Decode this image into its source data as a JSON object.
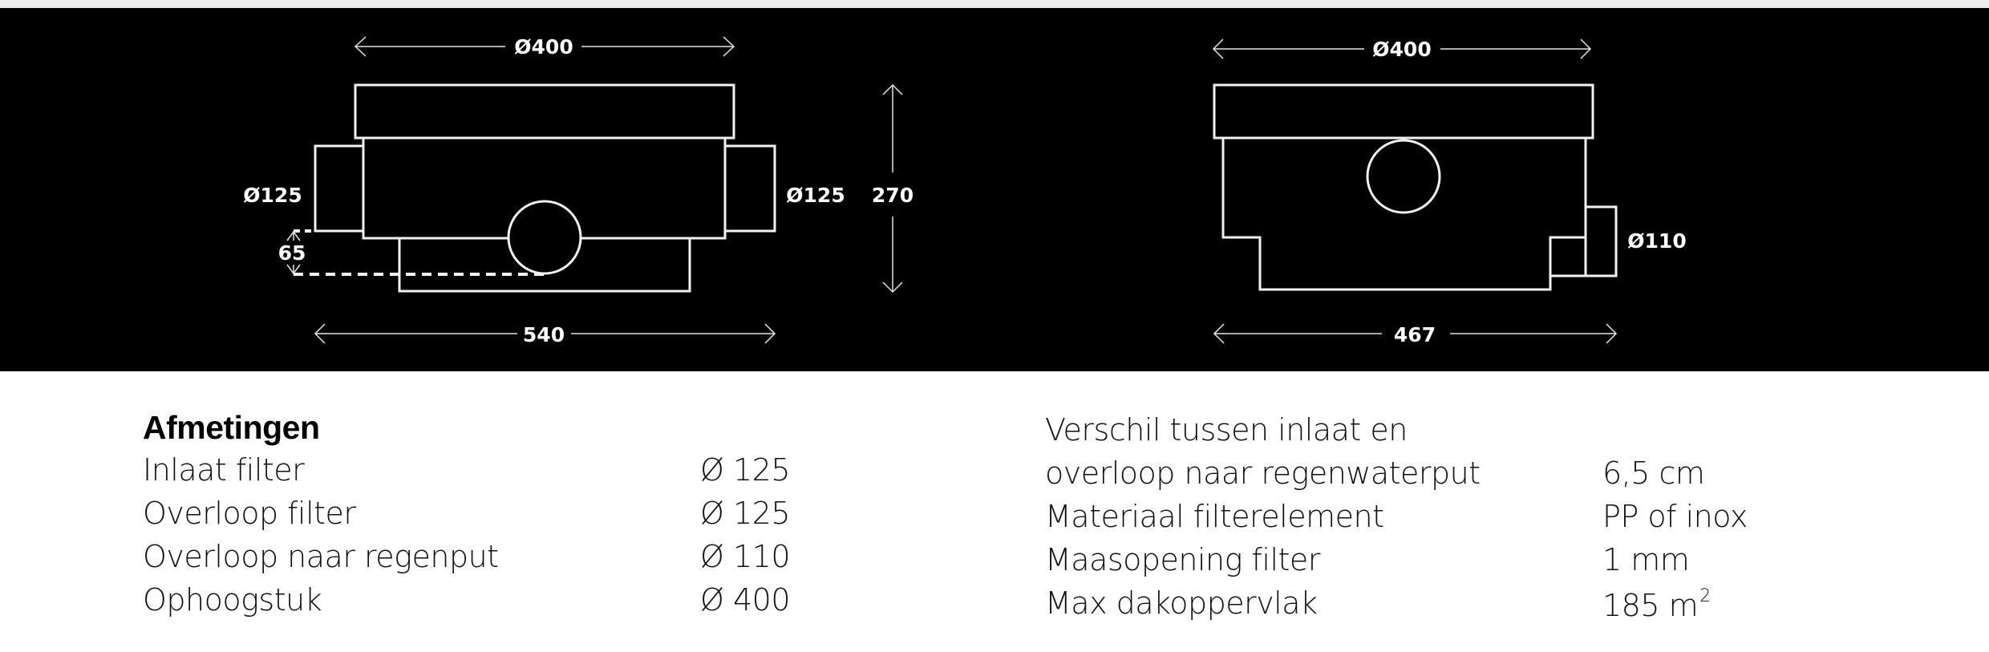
{
  "colors": {
    "background": "#ffffff",
    "top_strip": "#ececec",
    "drawing_background": "#000000",
    "drawing_line": "#f2f2f2",
    "text": "#111111"
  },
  "drawing": {
    "side_view": {
      "top_width_label": "Ø400",
      "left_inlet_label": "Ø125",
      "right_outlet_label": "Ø125",
      "height_label": "270",
      "offset_label": "65",
      "total_width_label": "540"
    },
    "front_view": {
      "top_width_label": "Ø400",
      "overflow_label": "Ø110",
      "total_width_label": "467"
    }
  },
  "specs": {
    "left": {
      "title": "Afmetingen",
      "rows": [
        {
          "label": "Inlaat filter",
          "value": "Ø 125"
        },
        {
          "label": "Overloop filter",
          "value": "Ø 125"
        },
        {
          "label": "Overloop naar regenput",
          "value": "Ø 110"
        },
        {
          "label": "Ophoogstuk",
          "value": "Ø 400"
        }
      ]
    },
    "right": {
      "rows": [
        {
          "label": "Verschil tussen inlaat en",
          "value": ""
        },
        {
          "label": "overloop naar regenwaterput",
          "value": "6,5 cm"
        },
        {
          "label": "Materiaal filterelement",
          "value": "PP of inox"
        },
        {
          "label": "Maasopening filter",
          "value": "1 mm"
        },
        {
          "label": "Max dakoppervlak",
          "value": "185 m",
          "value_superscript": "2"
        }
      ]
    }
  }
}
